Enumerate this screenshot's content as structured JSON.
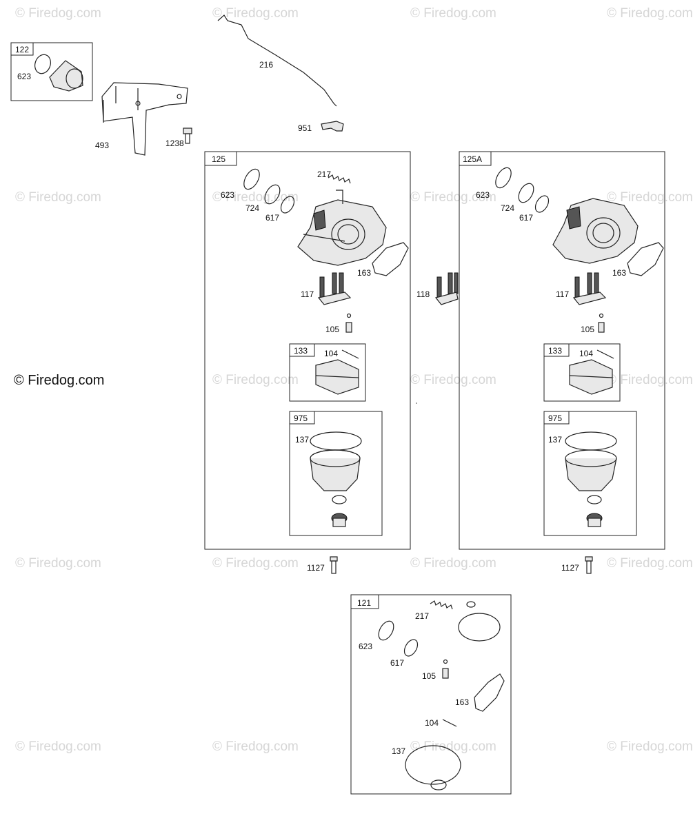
{
  "watermark": {
    "text": "© Firedog.com",
    "repeat_color": "#d6d6d6",
    "prominent_color": "#111111"
  },
  "boxes": {
    "b122": "122",
    "b125": "125",
    "b125a": "125A",
    "b133_left": "133",
    "b975_left": "975",
    "b133_right": "133",
    "b975_right": "975",
    "b121": "121"
  },
  "labels": {
    "l623_a": "623",
    "l216": "216",
    "l493": "493",
    "l1238": "1238",
    "l951": "951",
    "l217_a": "217",
    "l623_b": "623",
    "l724_a": "724",
    "l617_a": "617",
    "l163_a": "163",
    "l117_a": "117",
    "l105_a": "105",
    "l104_a": "104",
    "l137_a": "137",
    "l118": "118",
    "l623_c": "623",
    "l724_b": "724",
    "l617_b": "617",
    "l163_b": "163",
    "l117_b": "117",
    "l105_b": "105",
    "l104_b": "104",
    "l137_b": "137",
    "l1127_a": "1127",
    "l1127_b": "1127",
    "l217_b": "217",
    "l623_d": "623",
    "l617_c": "617",
    "l105_c": "105",
    "l163_c": "163",
    "l104_c": "104",
    "l137_c": "137"
  }
}
